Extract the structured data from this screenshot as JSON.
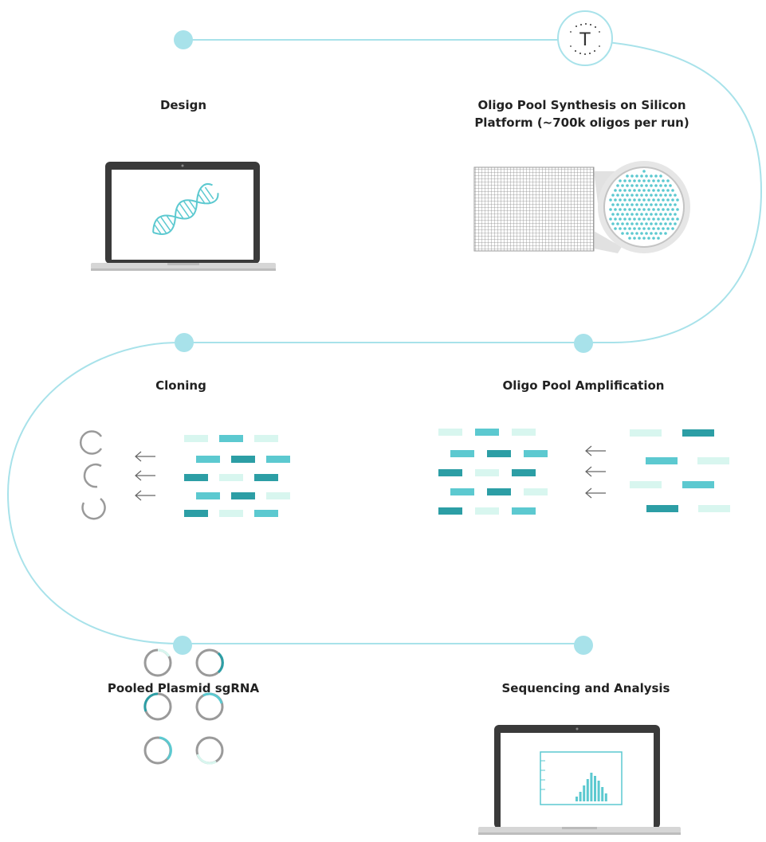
{
  "steps": [
    {
      "id": "design",
      "label": "Design"
    },
    {
      "id": "synthesis",
      "label_line1": "Oligo Pool Synthesis on Silicon",
      "label_line2": "Platform (~700k oligos per run)"
    },
    {
      "id": "cloning",
      "label": "Cloning"
    },
    {
      "id": "amplification",
      "label": "Oligo Pool Amplification"
    },
    {
      "id": "pooled-plasmid",
      "label": "Pooled Plasmid sgRNA"
    },
    {
      "id": "sequencing",
      "label": "Sequencing and Analysis"
    }
  ],
  "logo": {
    "letter": "T"
  },
  "colors": {
    "path": "#a8e2ea",
    "node": "#a8e2ea",
    "teal_dark": "#2c9ea5",
    "teal_mid": "#5cc9d0",
    "teal_light": "#d8f6ef",
    "laptop_frame": "#3a3a3a",
    "laptop_base": "#d6d6d6",
    "gray": "#9a9a9a"
  }
}
